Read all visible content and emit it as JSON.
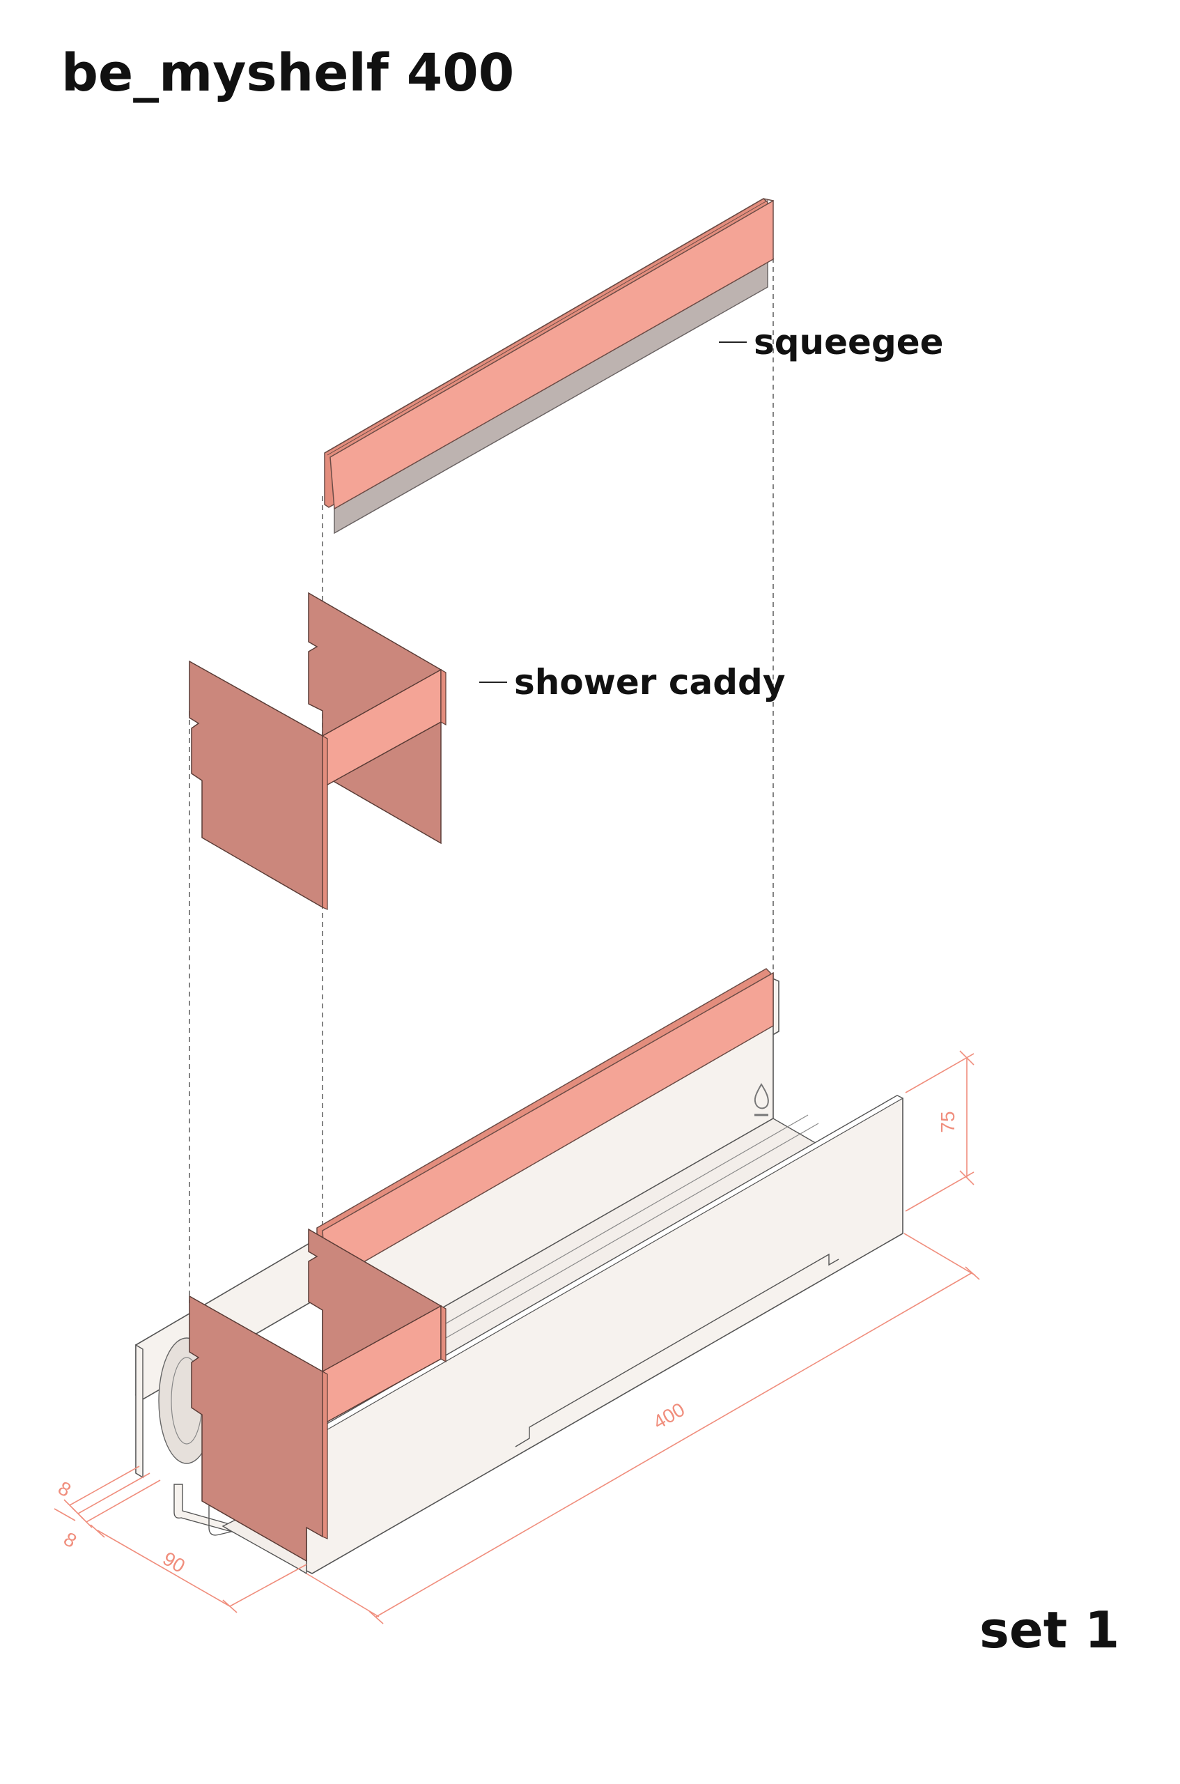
{
  "title": "be_myshelf 400",
  "set_label": "set 1",
  "callouts": {
    "squeegee": "squeegee",
    "shower_caddy": "shower caddy"
  },
  "dimensions": {
    "height": "75",
    "length": "400",
    "depth": "90",
    "thickness_top": "8",
    "thickness_bottom": "8"
  },
  "colors": {
    "salmon_light": "#F4A496",
    "salmon_dark": "#CB877C",
    "salmon_edge": "#E38D7D",
    "rubber_gray": "#BDB3B0",
    "tray_white": "#F6F2EE",
    "outline": "#555555",
    "dimension": "#F08E7D",
    "guide_line": "#666666"
  }
}
